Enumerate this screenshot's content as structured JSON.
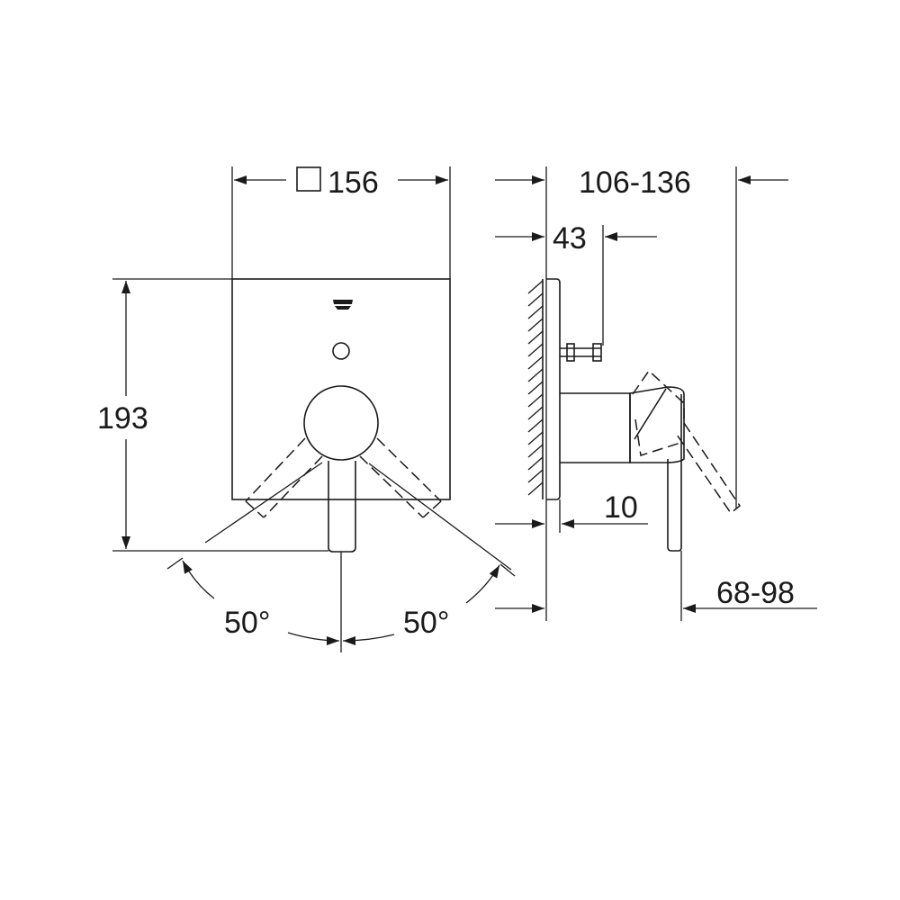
{
  "front_view": {
    "width_label": "156",
    "height_label": "193",
    "angle_left_label": "50°",
    "angle_right_label": "50°"
  },
  "side_view": {
    "projection_label": "106-136",
    "escutcheon_depth_label": "43",
    "wall_gap_label": "10",
    "installation_depth_label": "68-98"
  },
  "colors": {
    "line": "#1a1a1a",
    "background": "#ffffff"
  }
}
